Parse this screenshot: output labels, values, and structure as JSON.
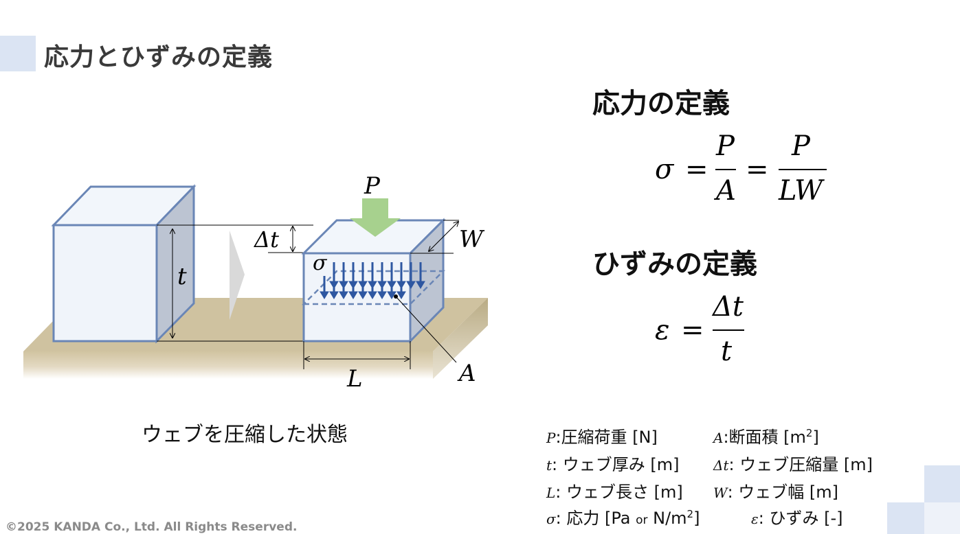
{
  "slide": {
    "title": "応力とひずみの定義",
    "copyright": "©2025 KANDA Co., Ltd. All Rights Reserved."
  },
  "diagram": {
    "caption": "ウェブを圧縮した状態",
    "labels": {
      "load": "P",
      "thickness": "t",
      "delta_t": "Δt",
      "width": "W",
      "length": "L",
      "area": "A",
      "stress": "σ"
    }
  },
  "stress_definition": {
    "heading": "応力の定義",
    "lhs": "σ",
    "eq": "=",
    "frac1_num": "P",
    "frac1_den": "A",
    "frac2_num": "P",
    "frac2_den": "LW"
  },
  "strain_definition": {
    "heading": "ひずみの定義",
    "lhs": "ε",
    "eq": "=",
    "num": "Δt",
    "den": "t"
  },
  "legend": [
    {
      "symbol": "P",
      "sep": ":",
      "text": "圧縮荷重 [N]"
    },
    {
      "symbol": "A",
      "sep": ":",
      "text": "断面積 [m",
      "sup": "2",
      "tail": "]"
    },
    {
      "symbol": "t",
      "sep": ": ",
      "text": "ウェブ厚み [m]"
    },
    {
      "symbol": "Δt",
      "sep": ": ",
      "text": "ウェブ圧縮量 [m]"
    },
    {
      "symbol": "L",
      "sep": ": ",
      "text": "ウェブ長さ [m]"
    },
    {
      "symbol": "W",
      "sep": ": ",
      "text": "ウェブ幅 [m]"
    },
    {
      "symbol": "σ",
      "sep": ": ",
      "text": "応力 [Pa ",
      "small": "or",
      "text2": " N/m",
      "sup": "2",
      "tail": "]"
    },
    {
      "symbol": "ε",
      "sep": ": ",
      "text": "ひずみ [-]"
    }
  ],
  "colors": {
    "cube_edge": "#6a86b6",
    "cube_face": "#f0f4fa",
    "cube_side": "#bcc4d2",
    "arrow_green": "#a7d18e",
    "stress_arrows": "#2e57a1",
    "floor": "#cfc2a0",
    "accent_square": "#dbe4f3"
  }
}
